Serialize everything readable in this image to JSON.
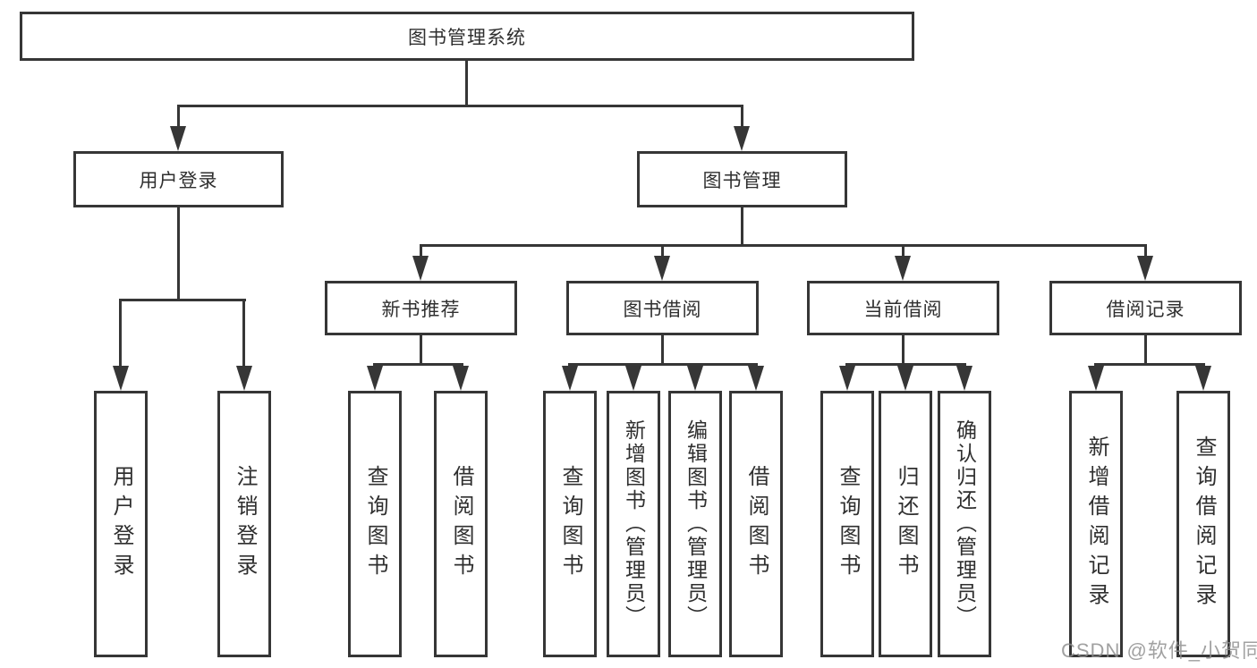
{
  "diagram": {
    "type": "hierarchy-tree",
    "colors": {
      "line": "#363636",
      "box_border": "#363636",
      "text": "#2f2f2f",
      "background": "#ffffff",
      "watermark": "#8c8c8c"
    },
    "nodes": {
      "root": {
        "label": "图书管理系统"
      },
      "level2": [
        {
          "label": "用户登录"
        },
        {
          "label": "图书管理"
        }
      ],
      "level3": [
        {
          "label": "新书推荐",
          "parent": "图书管理"
        },
        {
          "label": "图书借阅",
          "parent": "图书管理"
        },
        {
          "label": "当前借阅",
          "parent": "图书管理"
        },
        {
          "label": "借阅记录",
          "parent": "图书管理"
        }
      ],
      "leaves": [
        {
          "label": "用户登录",
          "parent": "用户登录"
        },
        {
          "label": "注销登录",
          "parent": "用户登录"
        },
        {
          "label": "查询图书",
          "parent": "新书推荐"
        },
        {
          "label": "借阅图书",
          "parent": "新书推荐"
        },
        {
          "label": "查询图书",
          "parent": "图书借阅"
        },
        {
          "label": "新增图书（管理员）",
          "parent": "图书借阅"
        },
        {
          "label": "编辑图书（管理员）",
          "parent": "图书借阅"
        },
        {
          "label": "借阅图书",
          "parent": "图书借阅"
        },
        {
          "label": "查询图书",
          "parent": "当前借阅"
        },
        {
          "label": "归还图书",
          "parent": "当前借阅"
        },
        {
          "label": "确认归还（管理员）",
          "parent": "当前借阅"
        },
        {
          "label": "新增借阅记录",
          "parent": "借阅记录"
        },
        {
          "label": "查询借阅记录",
          "parent": "借阅记录"
        }
      ]
    },
    "watermark": "CSDN @软件_小贺同学"
  }
}
